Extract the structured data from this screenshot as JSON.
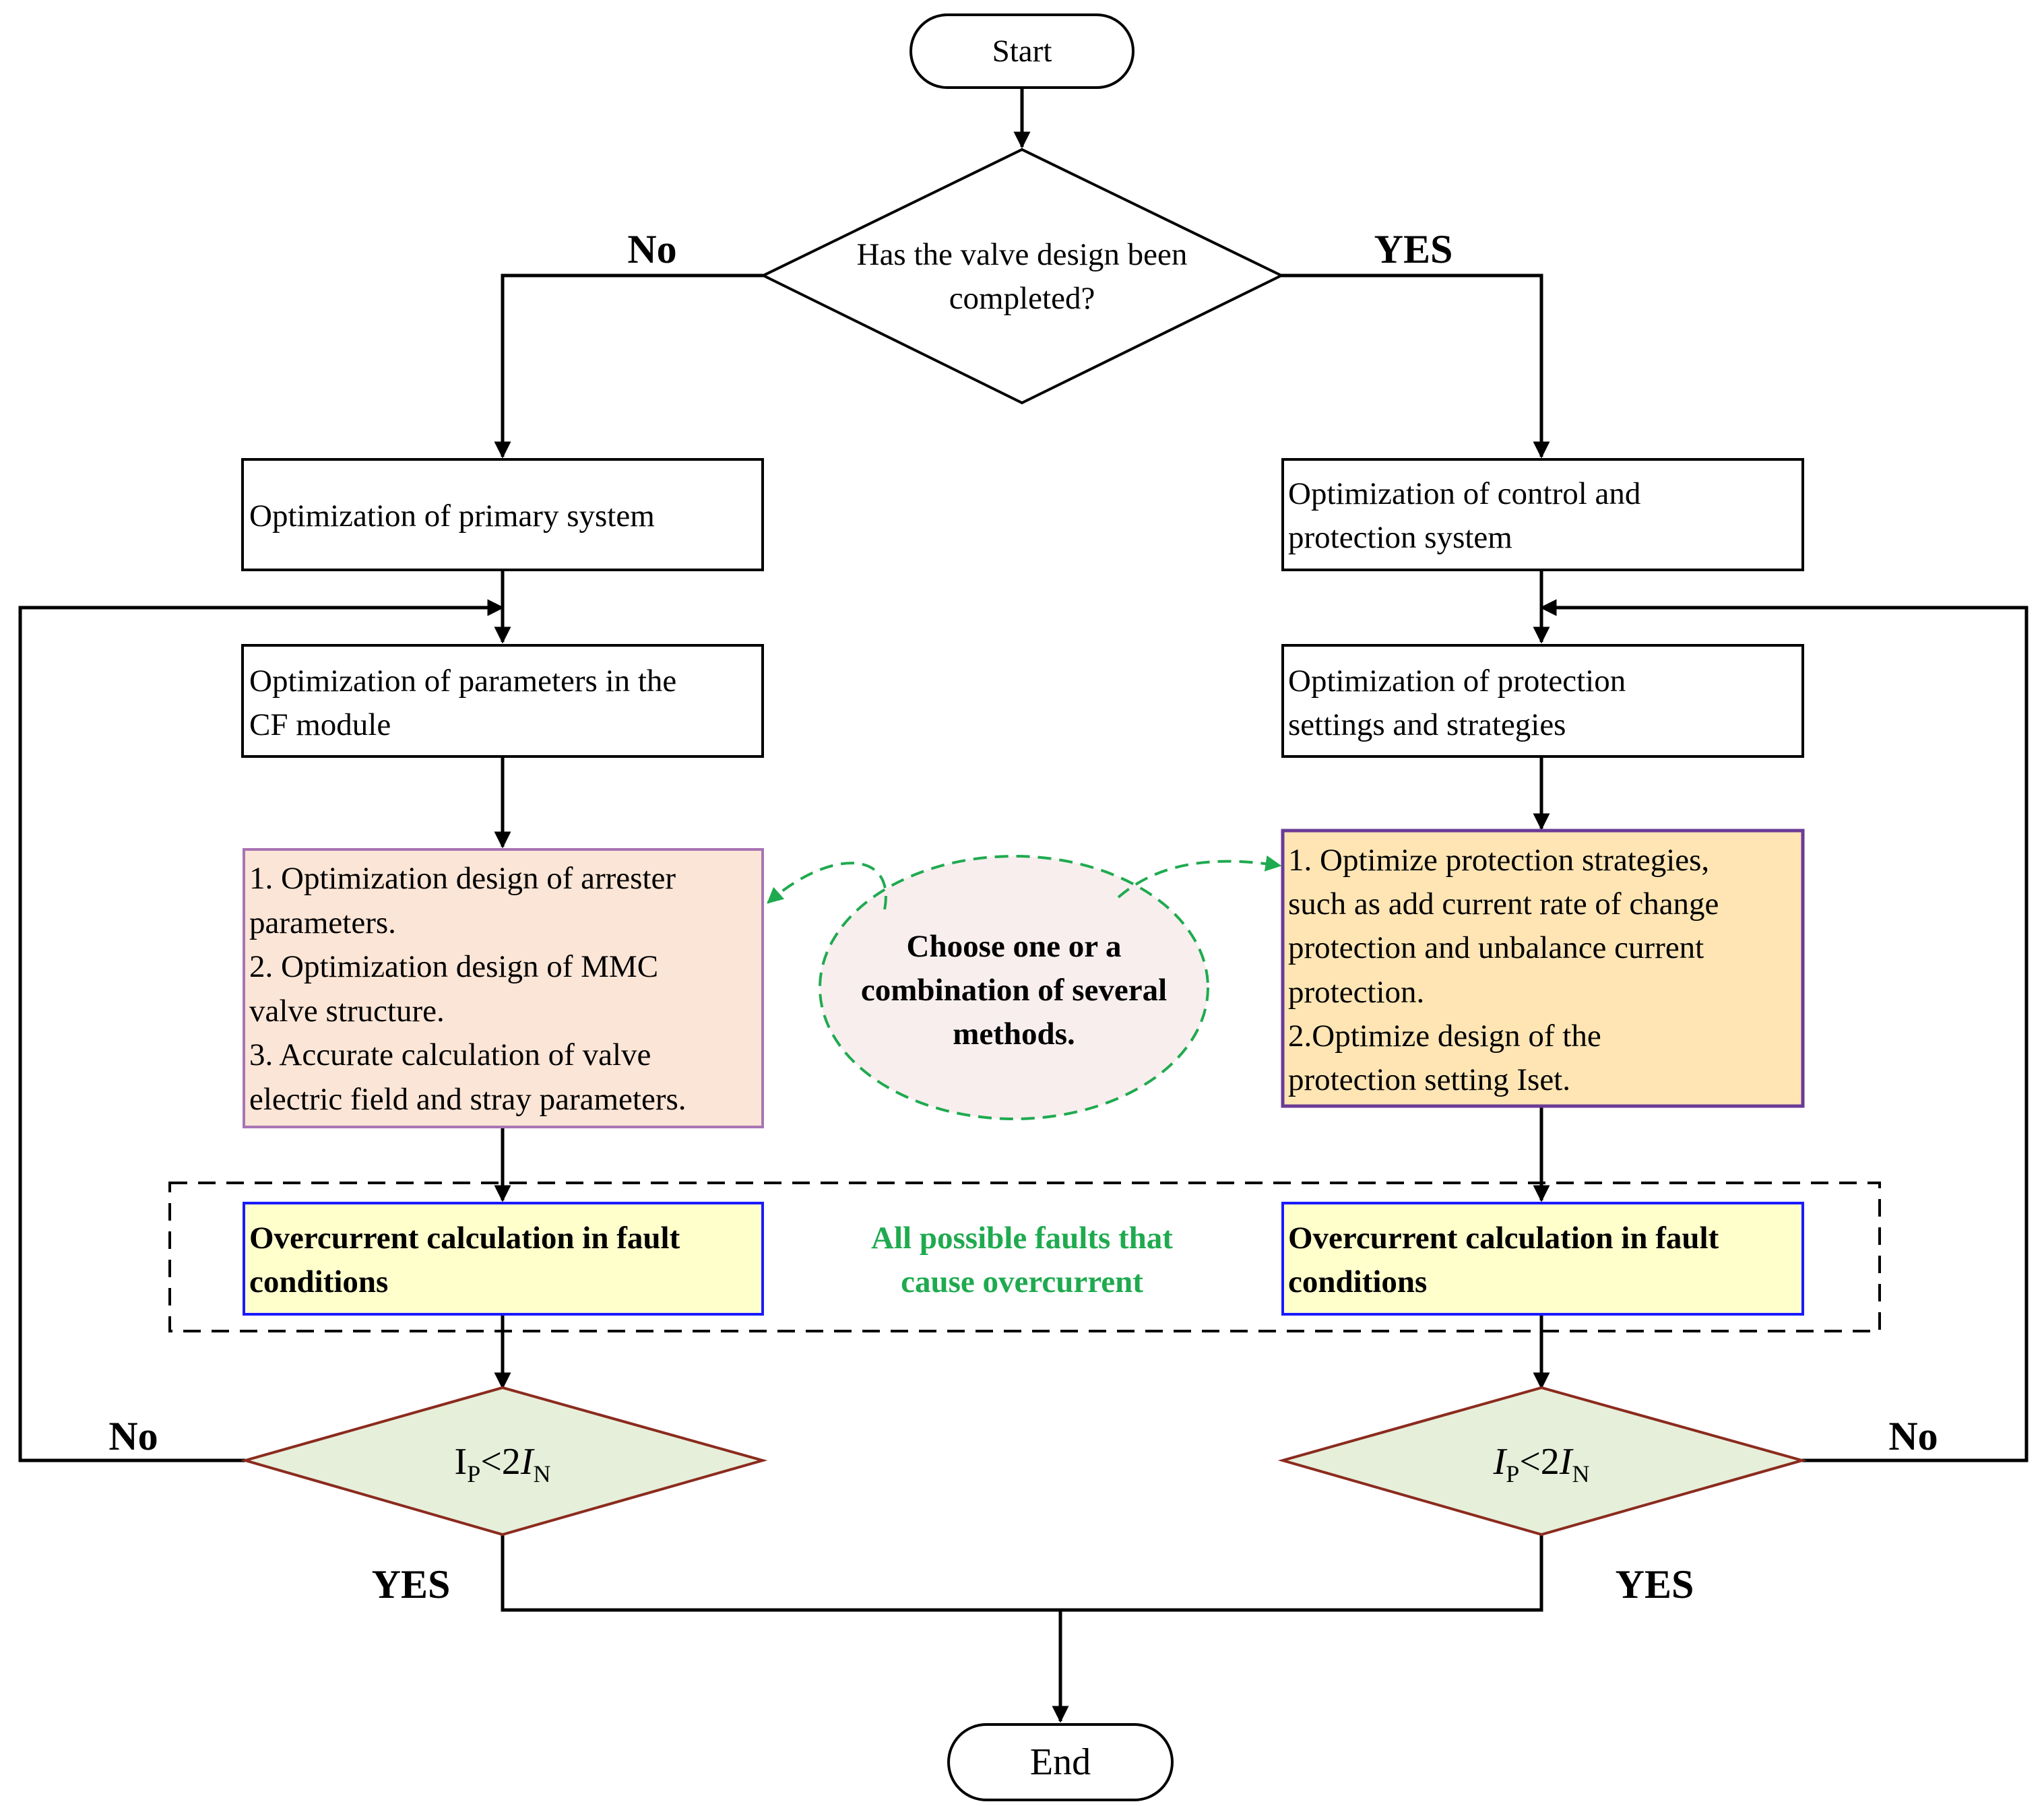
{
  "colors": {
    "line": "#000000",
    "optim_left_fill": "#fbe5d6",
    "optim_left_border": "#a974b5",
    "optim_right_fill": "#ffe5b4",
    "optim_right_border": "#6a3b96",
    "calc_fill": "#ffffcc",
    "calc_border": "#1a1aff",
    "diamond_fill": "#e6efda",
    "diamond_border": "#8b2b1e",
    "ellipse_fill": "#f8eeee",
    "ellipse_border": "#1faa4f",
    "note_text": "#1faa4f"
  },
  "start": {
    "label": "Start"
  },
  "end": {
    "label": "End"
  },
  "decision_main": {
    "lines": [
      "Has the valve design been",
      "completed?"
    ]
  },
  "branch_labels": {
    "top_no": "No",
    "top_yes": "YES",
    "left_no": "No",
    "left_yes": "YES",
    "right_no": "No",
    "right_yes": "YES"
  },
  "left": {
    "box1": {
      "lines": [
        "Optimization of primary system"
      ]
    },
    "box2": {
      "lines": [
        "Optimization of parameters in the",
        "CF module"
      ]
    },
    "methods": {
      "lines": [
        "1. Optimization design of arrester",
        "parameters.",
        "2. Optimization design of MMC",
        "valve structure.",
        "3. Accurate calculation of valve",
        "electric field and stray parameters."
      ]
    },
    "calc": {
      "lines": [
        "Overcurrent calculation in fault",
        "conditions"
      ]
    },
    "decision": {
      "text_main": "I",
      "sub_p": "P",
      "op": "<2",
      "italic_i": "I",
      "sub_n": "N"
    }
  },
  "right": {
    "box1": {
      "lines": [
        "Optimization of control and",
        "protection system"
      ]
    },
    "box2": {
      "lines": [
        "Optimization of protection",
        "settings and strategies"
      ]
    },
    "methods": {
      "lines": [
        "1. Optimize protection strategies,",
        "such as add current rate of change",
        "protection and unbalance current",
        "protection.",
        "2.Optimize design of the",
        "protection setting Iset."
      ]
    },
    "calc": {
      "lines": [
        "Overcurrent calculation in fault",
        "conditions"
      ]
    },
    "decision": {
      "text_main": "I",
      "sub_p": "P",
      "op": "<2",
      "italic_i": "I",
      "sub_n": "N"
    }
  },
  "choose_note": {
    "lines": [
      "Choose one or a",
      "combination of several",
      "methods."
    ]
  },
  "faults_note": {
    "lines": [
      "All possible faults that",
      "cause overcurrent"
    ]
  }
}
